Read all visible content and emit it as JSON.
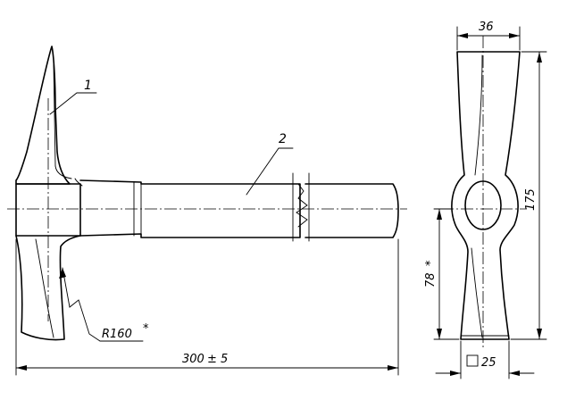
{
  "labels": {
    "part_1": "1",
    "part_2": "2",
    "radius": "R160",
    "radius_mark": "*",
    "length": "300",
    "length_tol": "± 5",
    "width_top": "36",
    "height_total": "175",
    "height_lower": "78",
    "height_lower_mark": "*",
    "section": "25"
  }
}
